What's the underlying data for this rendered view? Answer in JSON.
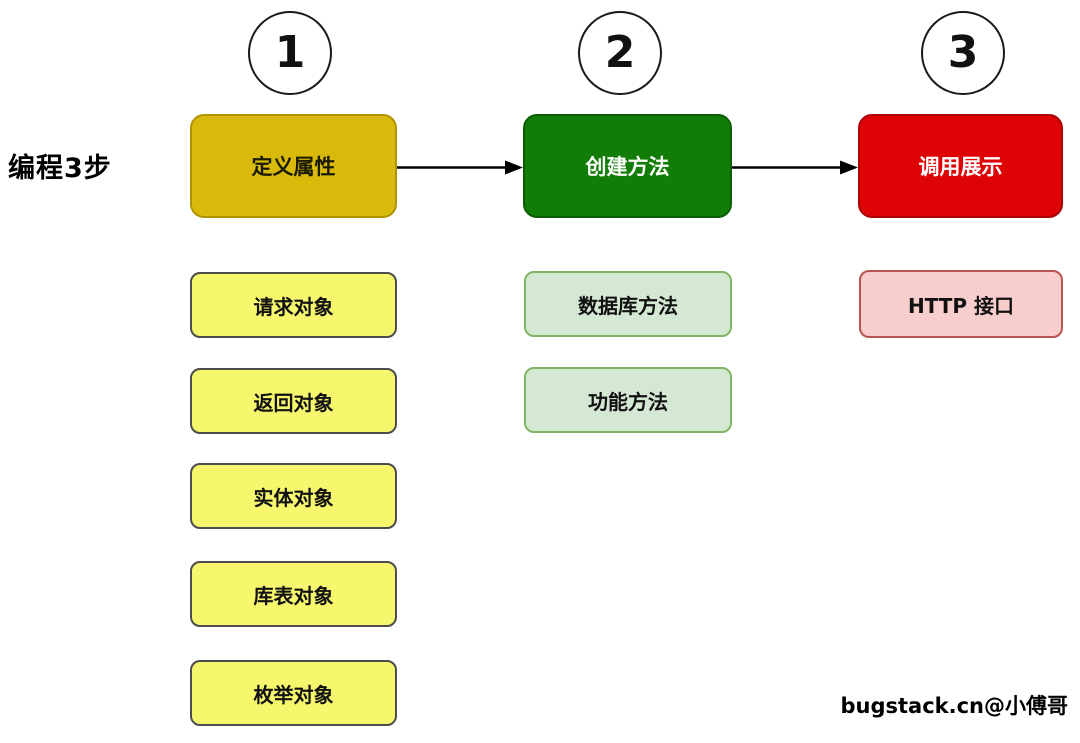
{
  "diagram": {
    "label": "编程3步",
    "footer": "bugstack.cn@小傅哥",
    "colors": {
      "step1_fill": "#d9ba0b",
      "step2_fill": "#127d06",
      "step3_fill": "#de0305",
      "step1_item_fill": "#f7f76e",
      "step1_item_border": "#4d4d4d",
      "step2_item_fill": "#d5e8d4",
      "step2_item_border": "#82b366",
      "step3_item_fill": "#f8cecc",
      "step3_item_border": "#b85450",
      "arrow": "#000000"
    },
    "steps": [
      {
        "number": "1",
        "title": "定义属性",
        "items": [
          "请求对象",
          "返回对象",
          "实体对象",
          "库表对象",
          "枚举对象"
        ]
      },
      {
        "number": "2",
        "title": "创建方法",
        "items": [
          "数据库方法",
          "功能方法"
        ]
      },
      {
        "number": "3",
        "title": "调用展示",
        "items": [
          "HTTP 接口"
        ]
      }
    ]
  }
}
